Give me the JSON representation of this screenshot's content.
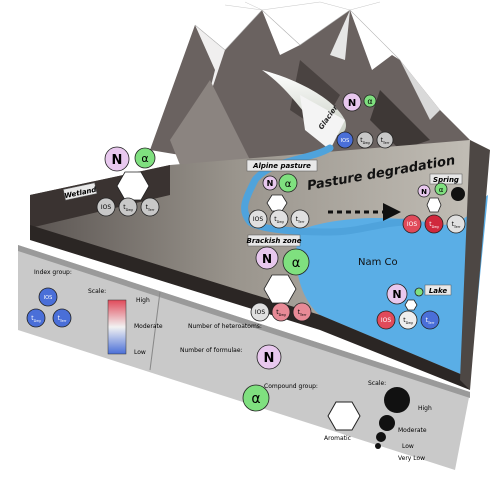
{
  "regions": {
    "glacier": "Glacier",
    "alpine": "Alpine pasture",
    "wetland": "Wetland",
    "spring": "Spring",
    "brackish": "Brackish zone",
    "namco": "Nam Co",
    "lake": "Lake",
    "degradation": "Pasture degradation"
  },
  "symbols": {
    "N": "N",
    "alpha": "α",
    "ios": "IOS",
    "tdeg": "t",
    "tdeg_sub": "Deg",
    "tterr": "t",
    "tterr_sub": "Terr"
  },
  "legend": {
    "index_group": "Index group:",
    "scale_label": "Scale:",
    "high": "High",
    "moderate": "Moderate",
    "low": "Low",
    "heteroatoms": "Number of heteroatoms:",
    "formulae": "Number of formulae:",
    "compound_group": "Compound group:",
    "aromatic": "Aromatic",
    "size_scale_label": "Scale:",
    "size_high": "High",
    "size_moderate": "Moderate",
    "size_low": "Low",
    "size_very_low": "Very Low"
  },
  "colors": {
    "ground_top": "#8f8a84",
    "ground_front": "#2b2624",
    "lake": "#5aaee6",
    "river": "#4fa3dc",
    "legend_panel": "#c9c9c9",
    "n_circle": "#e8c8ee",
    "alpha_circle": "#7fe07f",
    "high_red": "#e04a5a",
    "low_blue": "#4a6fd8"
  }
}
